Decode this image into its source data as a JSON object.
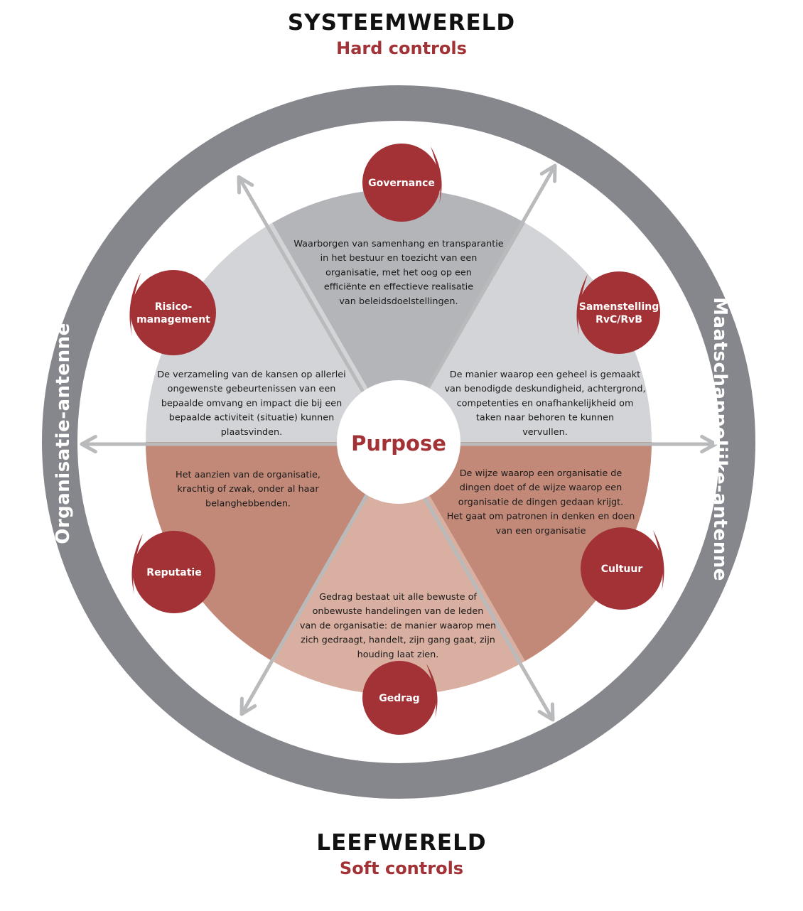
{
  "top": {
    "title": "SYSTEEMWERELD",
    "subtitle": "Hard controls"
  },
  "bottom": {
    "title": "LEEFWERELD",
    "subtitle": "Soft controls"
  },
  "ring": {
    "left_label": "Organisatie-antenne",
    "right_label": "Maatschappelijke-antenne"
  },
  "center": {
    "label": "Purpose"
  },
  "colors": {
    "accent": "#a33236",
    "ring": "#85878c",
    "hard_sector": "#d3d4d7",
    "governance_sector": "#b4b5b9",
    "soft_sector": "#c28978",
    "behavior_sector": "#d8afa1",
    "arrow": "#b9babc"
  },
  "nodes": [
    {
      "id": "governance",
      "label_lines": [
        "Governance"
      ],
      "description_lines": [
        "Waarborgen van samenhang en transparantie",
        "in het bestuur en toezicht van een",
        "organisatie, met het oog op een",
        "efficiënte en effectieve realisatie",
        "van beleidsdoelstellingen."
      ]
    },
    {
      "id": "samenstelling",
      "label_lines": [
        "Samenstelling",
        "RvC/RvB"
      ],
      "description_lines": [
        "De manier waarop een geheel is gemaakt",
        "van benodigde deskundigheid, achtergrond,",
        "competenties en onafhankelijkheid om",
        "taken naar behoren te kunnen",
        "vervullen."
      ]
    },
    {
      "id": "risico",
      "label_lines": [
        "Risico-",
        "management"
      ],
      "description_lines": [
        "De verzameling van de kansen op allerlei",
        "ongewenste gebeurtenissen van een",
        "bepaalde omvang en impact die bij een",
        "bepaalde activiteit (situatie) kunnen",
        "plaatsvinden."
      ]
    },
    {
      "id": "reputatie",
      "label_lines": [
        "Reputatie"
      ],
      "description_lines": [
        "Het aanzien van de organisatie,",
        "krachtig of zwak, onder al haar",
        "belanghebbenden."
      ]
    },
    {
      "id": "cultuur",
      "label_lines": [
        "Cultuur"
      ],
      "description_lines": [
        "De wijze waarop een organisatie de",
        "dingen doet of de wijze waarop een",
        "organisatie de dingen gedaan krijgt.",
        "Het gaat om patronen in denken en doen",
        "van een organisatie"
      ]
    },
    {
      "id": "gedrag",
      "label_lines": [
        "Gedrag"
      ],
      "description_lines": [
        "Gedrag bestaat uit alle bewuste of",
        "onbewuste handelingen van de leden",
        "van de organisatie: de manier waarop men",
        "zich gedraagt, handelt, zijn gang gaat, zijn",
        "houding laat zien."
      ]
    }
  ]
}
